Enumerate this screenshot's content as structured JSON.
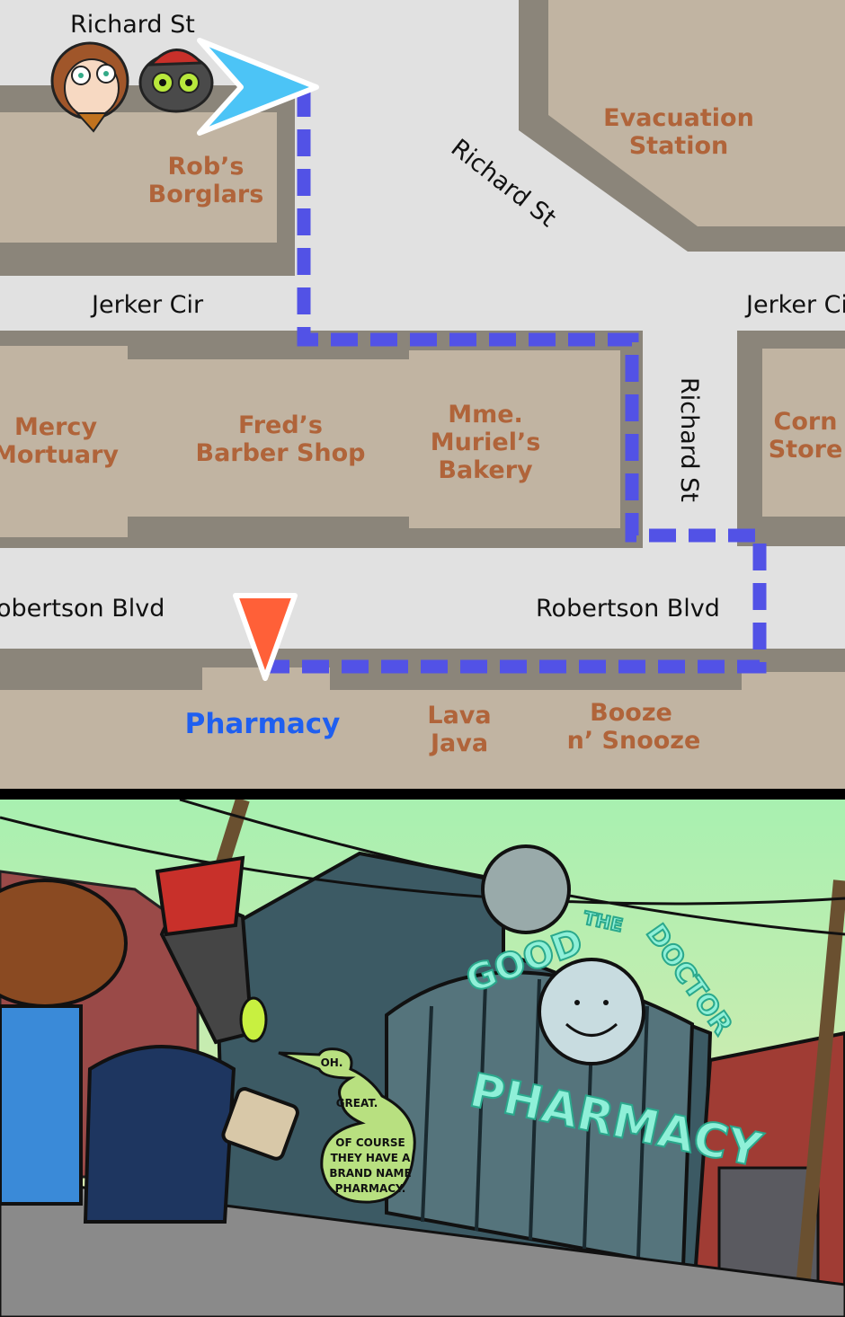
{
  "map": {
    "streets": {
      "richard_top": "Richard St",
      "richard_diag": "Richard St",
      "richard_vert": "Richard St",
      "jerker_left": "Jerker Cir",
      "jerker_right": "Jerker Ci",
      "robertson_left": "obertson Blvd",
      "robertson_right": "Robertson Blvd"
    },
    "buildings": {
      "robs": [
        "Rob’s",
        "Borglars"
      ],
      "evac": [
        "Evacuation",
        "Station"
      ],
      "mercy": [
        "Mercy",
        "Mortuary"
      ],
      "freds": [
        "Fred’s",
        "Barber Shop"
      ],
      "muriel": [
        "Mme.",
        "Muriel’s",
        "Bakery"
      ],
      "corn": [
        "Corn",
        "Store"
      ],
      "pharmacy": "Pharmacy",
      "lava": [
        "Lava",
        "Java"
      ],
      "booze": [
        "Booze",
        "n’ Snooze"
      ]
    },
    "colors": {
      "road": "#e1e1e1",
      "building": "#c1b4a2",
      "border": "#8b857a",
      "label": "#b0643a",
      "route": "#5252e6",
      "arrow": "#4cc4f6",
      "marker": "#ff6038",
      "destination": "#1f5ff0"
    }
  },
  "comic": {
    "sign": {
      "top": [
        "GOOD",
        "THE",
        "DOCTOR"
      ],
      "main": "PHARMACY"
    },
    "speech": [
      "OH.",
      "GREAT.",
      "OF COURSE",
      "THEY HAVE A",
      "BRAND NAME",
      "PHARMACY."
    ]
  }
}
